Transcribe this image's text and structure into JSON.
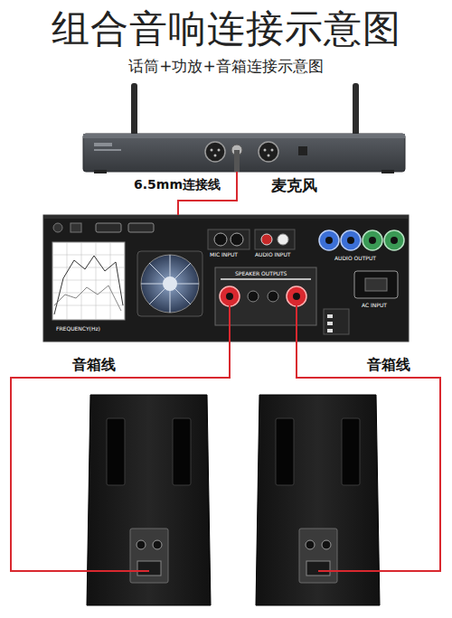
{
  "diagram": {
    "title": "组合音响连接示意图",
    "nodes": [
      {
        "text": [
          "麦克风"
        ]
      },
      {
        "text": [
          "FREQUENCY(Hz)",
          "MIC INPUT",
          "AUDIO INPUT",
          "SPEAKER OUTPUTS",
          "AUDIO OUTPUT",
          "AC INPUT"
        ]
      },
      {
        "text": []
      },
      {
        "text": []
      }
    ],
    "edges": [
      {
        "from": 0,
        "to": 1,
        "arrow": "none",
        "label": "6.5mm连接线"
      },
      {
        "from": 1,
        "to": 2,
        "arrow": "none",
        "label": "音箱线"
      },
      {
        "from": 1,
        "to": 3,
        "arrow": "none",
        "label": "音箱线"
      }
    ],
    "labels": [
      "话筒+功放+音箱连接示意图"
    ]
  }
}
